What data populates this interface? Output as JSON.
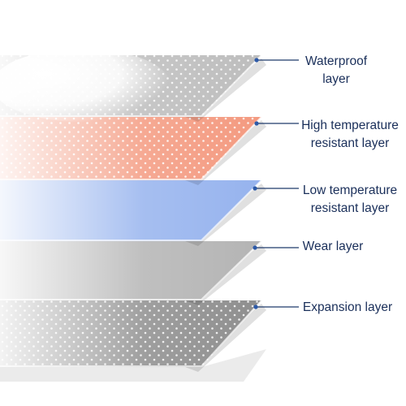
{
  "layers": [
    {
      "id": "waterproof",
      "label_lines": [
        "Waterproof",
        "layer"
      ],
      "color": "#bdbdbd",
      "dotted": true
    },
    {
      "id": "high-temp",
      "label_lines": [
        "High temperature",
        "resistant layer"
      ],
      "color": "#f49a80",
      "dotted": true
    },
    {
      "id": "low-temp",
      "label_lines": [
        "Low temperature",
        "resistant layer"
      ],
      "color": "#96b3ee",
      "dotted": false
    },
    {
      "id": "wear",
      "label_lines": [
        "Wear layer"
      ],
      "color": "#b4b4b4",
      "dotted": false
    },
    {
      "id": "expansion",
      "label_lines": [
        "Expansion layer"
      ],
      "color": "#8e8e8e",
      "dotted": true
    }
  ],
  "colors": {
    "label_text": "#1a2f5a",
    "leader_line": "#1f3a6b",
    "marker": "#2d5aa8"
  }
}
